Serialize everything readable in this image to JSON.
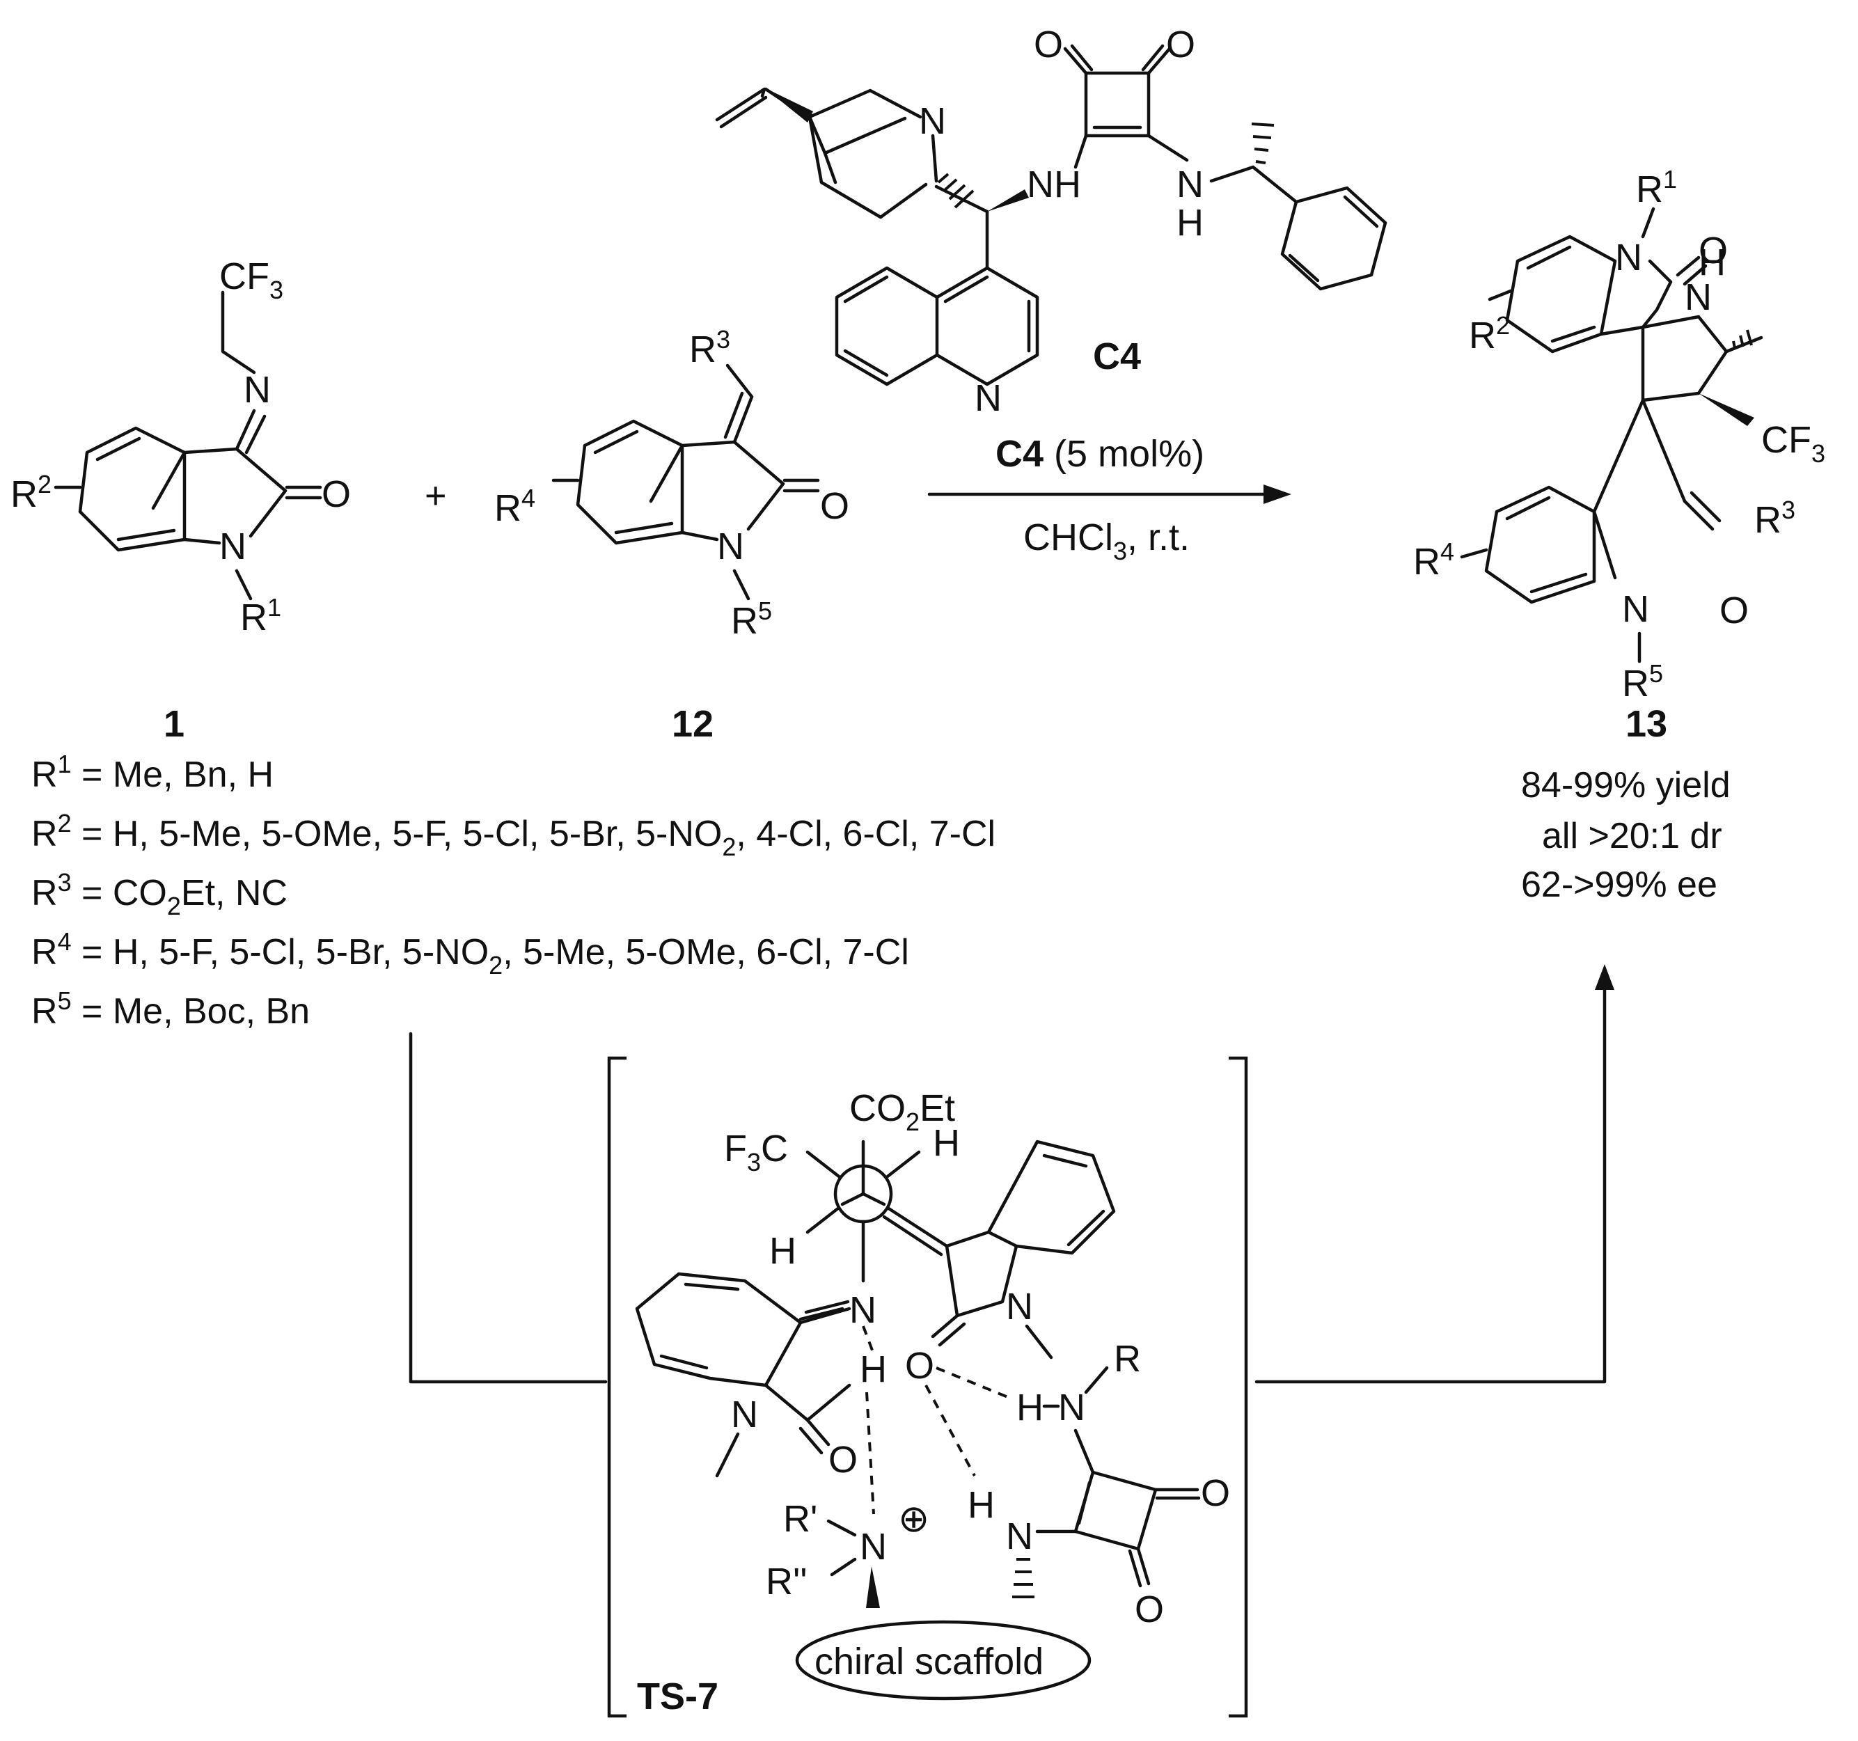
{
  "compounds": {
    "imine_label": "1",
    "oxindole_label": "12",
    "product_label": "13",
    "catalyst_label": "C4"
  },
  "atoms": {
    "N": "N",
    "NH": "NH",
    "H": "H",
    "O": "O",
    "CF3": "CF",
    "three": "3",
    "one": "1",
    "two": "2",
    "four": "4",
    "five": "5",
    "R": "R",
    "plus": "+",
    "R_prime": "R'",
    "R_double_prime": "R''",
    "oplus": "⊕",
    "F3C": "F",
    "C": "C",
    "CO2Et_a": "CO",
    "CO2Et_b": "Et"
  },
  "reaction": {
    "catalyst": "C4",
    "loading": " (5 mol%)",
    "solvent_a": "CHCl",
    "solvent_b": ", r.t."
  },
  "substituents": [
    {
      "label": "R",
      "sup": "1",
      "text": " = Me, Bn, H"
    },
    {
      "label": "R",
      "sup": "2",
      "text": " = H, 5-Me, 5-OMe, 5-F, 5-Cl, 5-Br, 5-NO",
      "sub": "2",
      "tail": ", 4-Cl, 6-Cl, 7-Cl"
    },
    {
      "label": "R",
      "sup": "3",
      "text": " = CO",
      "sub": "2",
      "tail": "Et, NC"
    },
    {
      "label": "R",
      "sup": "4",
      "text": " = H, 5-F, 5-Cl, 5-Br, 5-NO",
      "sub": "2",
      "tail": ", 5-Me, 5-OMe, 6-Cl, 7-Cl"
    },
    {
      "label": "R",
      "sup": "5",
      "text": " = Me, Boc, Bn"
    }
  ],
  "results": {
    "yield": "84-99% yield",
    "dr": "all >20:1 dr",
    "ee": "62->99% ee"
  },
  "transition_state": {
    "label": "TS-7",
    "scaffold": "chiral scaffold"
  }
}
